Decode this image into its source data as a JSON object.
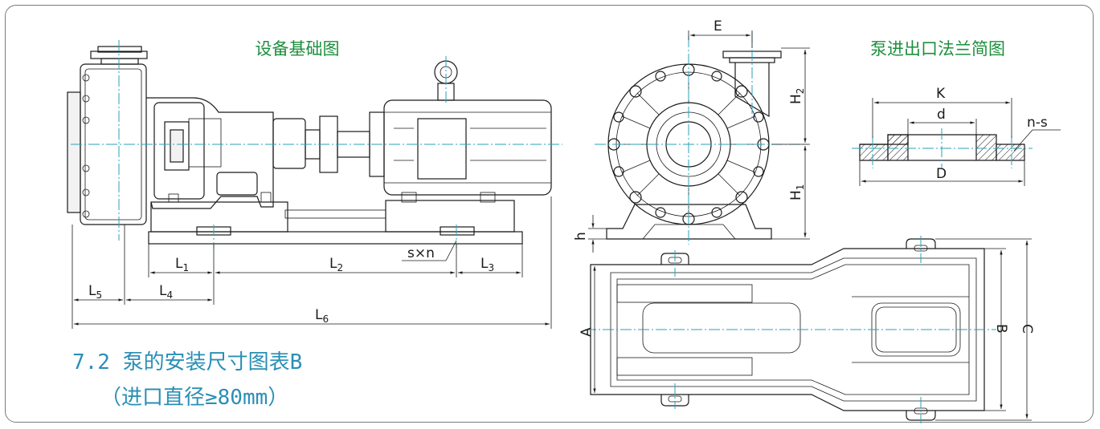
{
  "titles": {
    "foundation": "设备基础图",
    "flange": "泵进出口法兰简图",
    "section": "7.2 泵的安装尺寸图表B",
    "note": "（进口直径≥80mm）"
  },
  "colors": {
    "title_green": "#1e8f3e",
    "title_blue": "#2a8fb5",
    "centerline": "#2aa2b8",
    "line": "#1a1a1a"
  },
  "dims": {
    "L": "L",
    "n1": "1",
    "n2": "2",
    "n3": "3",
    "n4": "4",
    "n5": "5",
    "n6": "6",
    "sxn": "s×n",
    "E": "E",
    "H": "H",
    "h": "h",
    "K": "K",
    "d": "d",
    "D": "D",
    "ns": "n-s",
    "A": "A",
    "B": "B",
    "C": "C"
  }
}
